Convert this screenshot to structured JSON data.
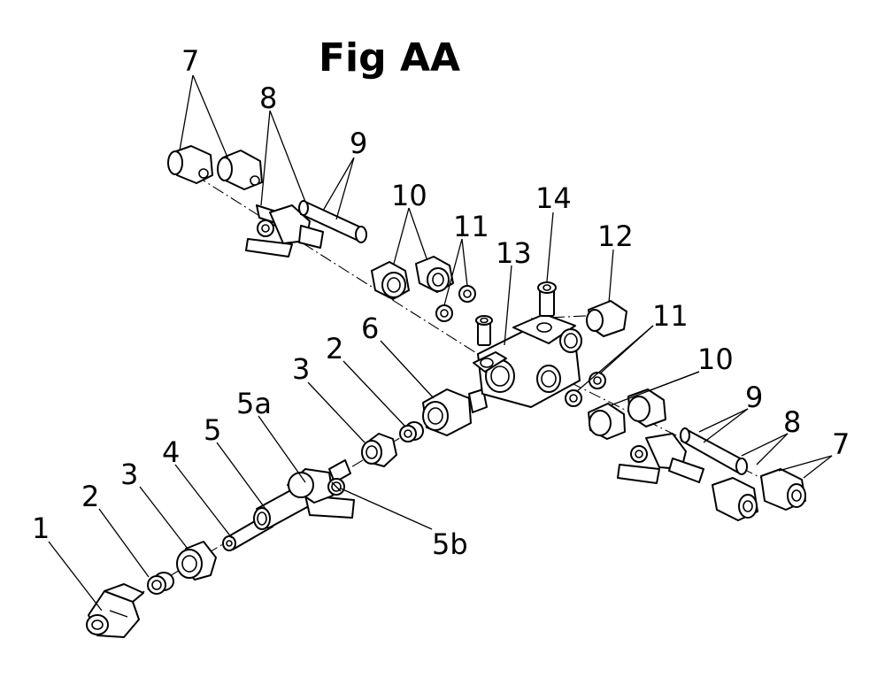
{
  "figure_title": "Fig AA",
  "callouts": {
    "c1": "1",
    "c2a": "2",
    "c3a": "3",
    "c4": "4",
    "c5": "5",
    "c5a": "5a",
    "c5b": "5b",
    "c3b": "3",
    "c2b": "2",
    "c6": "6",
    "c7a": "7",
    "c8a": "8",
    "c9a": "9",
    "c10a": "10",
    "c11a": "11",
    "c13": "13",
    "c14": "14",
    "c12": "12",
    "c11b": "11",
    "c10b": "10",
    "c9b": "9",
    "c8b": "8",
    "c7b": "7"
  }
}
